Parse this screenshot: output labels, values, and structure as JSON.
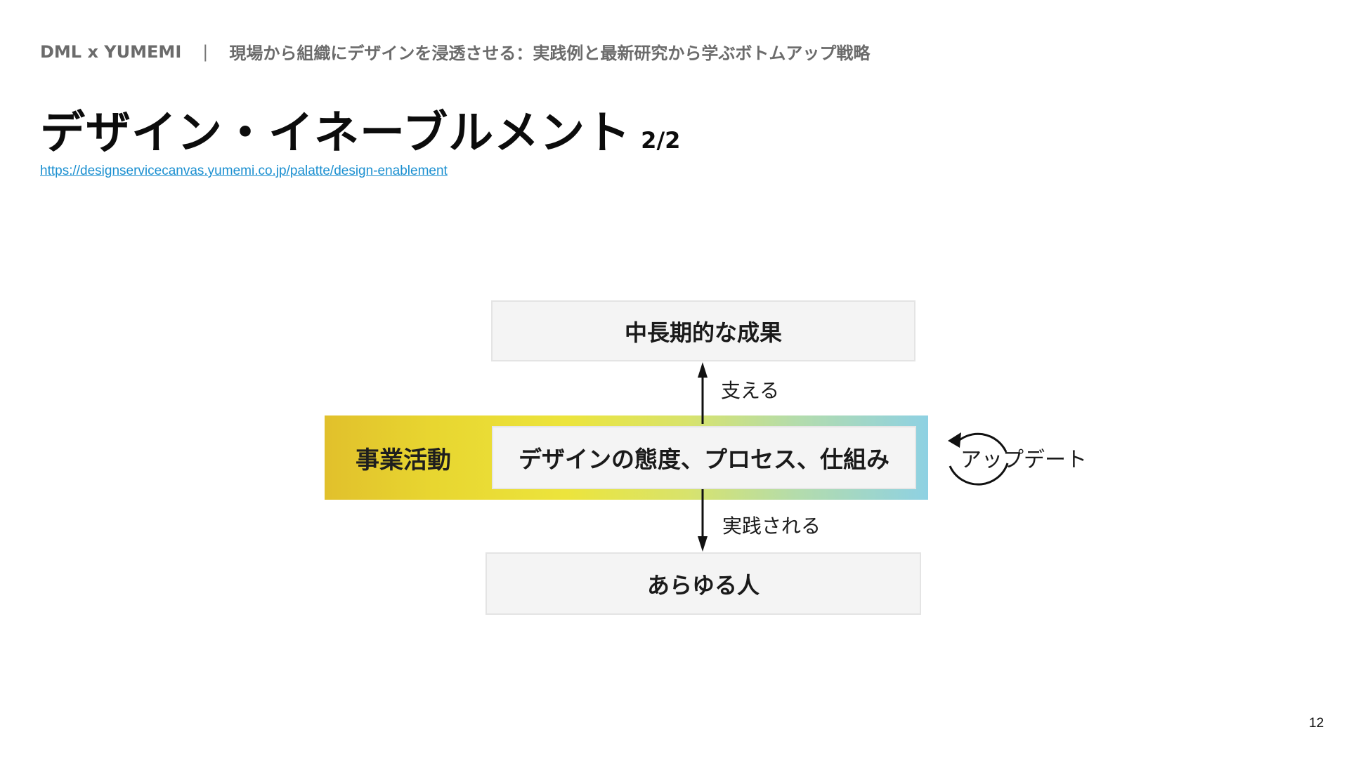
{
  "header": {
    "org": "DML x YUMEMI",
    "separator": "|",
    "subtitle": "現場から組織にデザインを浸透させる：実践例と最新研究から学ぶボトムアップ戦略"
  },
  "title": {
    "main": "デザイン・イネーブルメント",
    "page": "2/2"
  },
  "link": {
    "text": "https://designservicecanvas.yumemi.co.jp/palatte/design-enablement"
  },
  "diagram": {
    "top_box": "中長期的な成果",
    "support_label": "支える",
    "band_label": "事業活動",
    "center_box": "デザインの態度、プロセス、仕組み",
    "update_label": "アップデート",
    "practice_label": "実践される",
    "bottom_box": "あらゆる人"
  },
  "colors": {
    "link": "#1a8fd0",
    "band_start": "#e1c02c",
    "band_mid": "#ece43c",
    "band_end": "#8ed1e3",
    "box_fill": "#f4f4f4"
  },
  "page_number": "12"
}
